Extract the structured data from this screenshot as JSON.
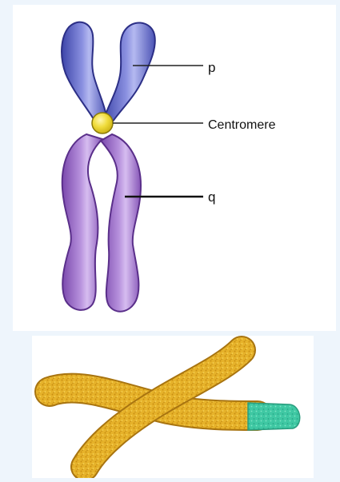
{
  "diagram": {
    "labels": {
      "p": "p",
      "centromere": "Centromere",
      "q": "q"
    },
    "colors": {
      "p_arm": "#5b63c2",
      "q_arm": "#9565c2",
      "centromere": "#ecd52e",
      "chromatin": "#e6b22a",
      "telomere": "#3fc8a3"
    }
  }
}
